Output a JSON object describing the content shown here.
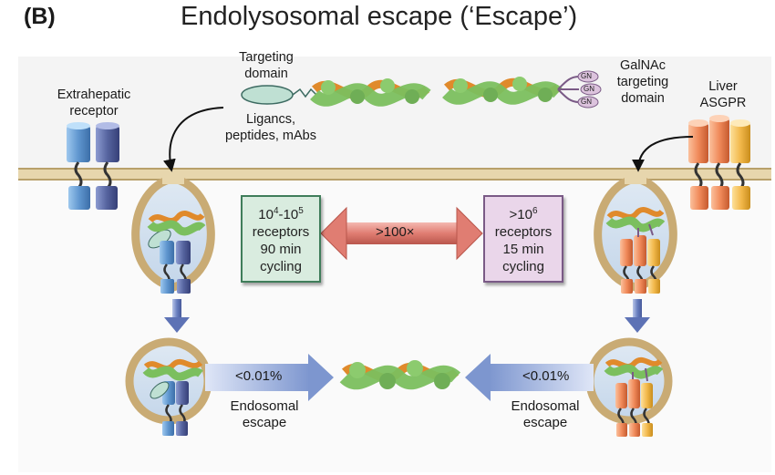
{
  "header_label": "(B)",
  "title": "Endolysosomal escape (‘Escape’)",
  "left": {
    "receptor_label": "Extrahepatic\nreceptor",
    "targeting_label": "Targeting\ndomain",
    "ligands_label": "Ligancs,\npeptides, mAbs",
    "box": {
      "line1": "10",
      "sup1": "4",
      "mid": "-10",
      "sup2": "5",
      "line2": "receptors",
      "line3": "90 min",
      "line4": "cycling"
    },
    "escape_percent": "<0.01%",
    "escape_label": "Endosomal\nescape"
  },
  "right": {
    "receptor_label": "Liver\nASGPR",
    "targeting_label": "GalNAc\ntargeting\ndomain",
    "gn_labels": [
      "GN",
      "GN",
      "GN"
    ],
    "box": {
      "line1": ">10",
      "sup1": "6",
      "line2": "receptors",
      "line3": "15 min",
      "line4": "cycling"
    },
    "escape_percent": "<0.01%",
    "escape_label": "Endosomal\nescape"
  },
  "comparison_label": ">100×",
  "colors": {
    "membrane": "#e7d6ad",
    "blue_receptor": "#6a9fd1",
    "navy_receptor": "#4f5f9c",
    "orange_receptor": "#f08a5a",
    "gold_receptor": "#f2b84b",
    "left_box_fill": "#d9ecdf",
    "left_box_border": "#3f7d5a",
    "right_box_fill": "#ead6ea",
    "right_box_border": "#7a5a86",
    "double_arrow": "#d9736a",
    "escape_arrow": "#9bb0dd",
    "sirna_green": "#7bbf5e",
    "sirna_orange": "#e08a2b"
  }
}
